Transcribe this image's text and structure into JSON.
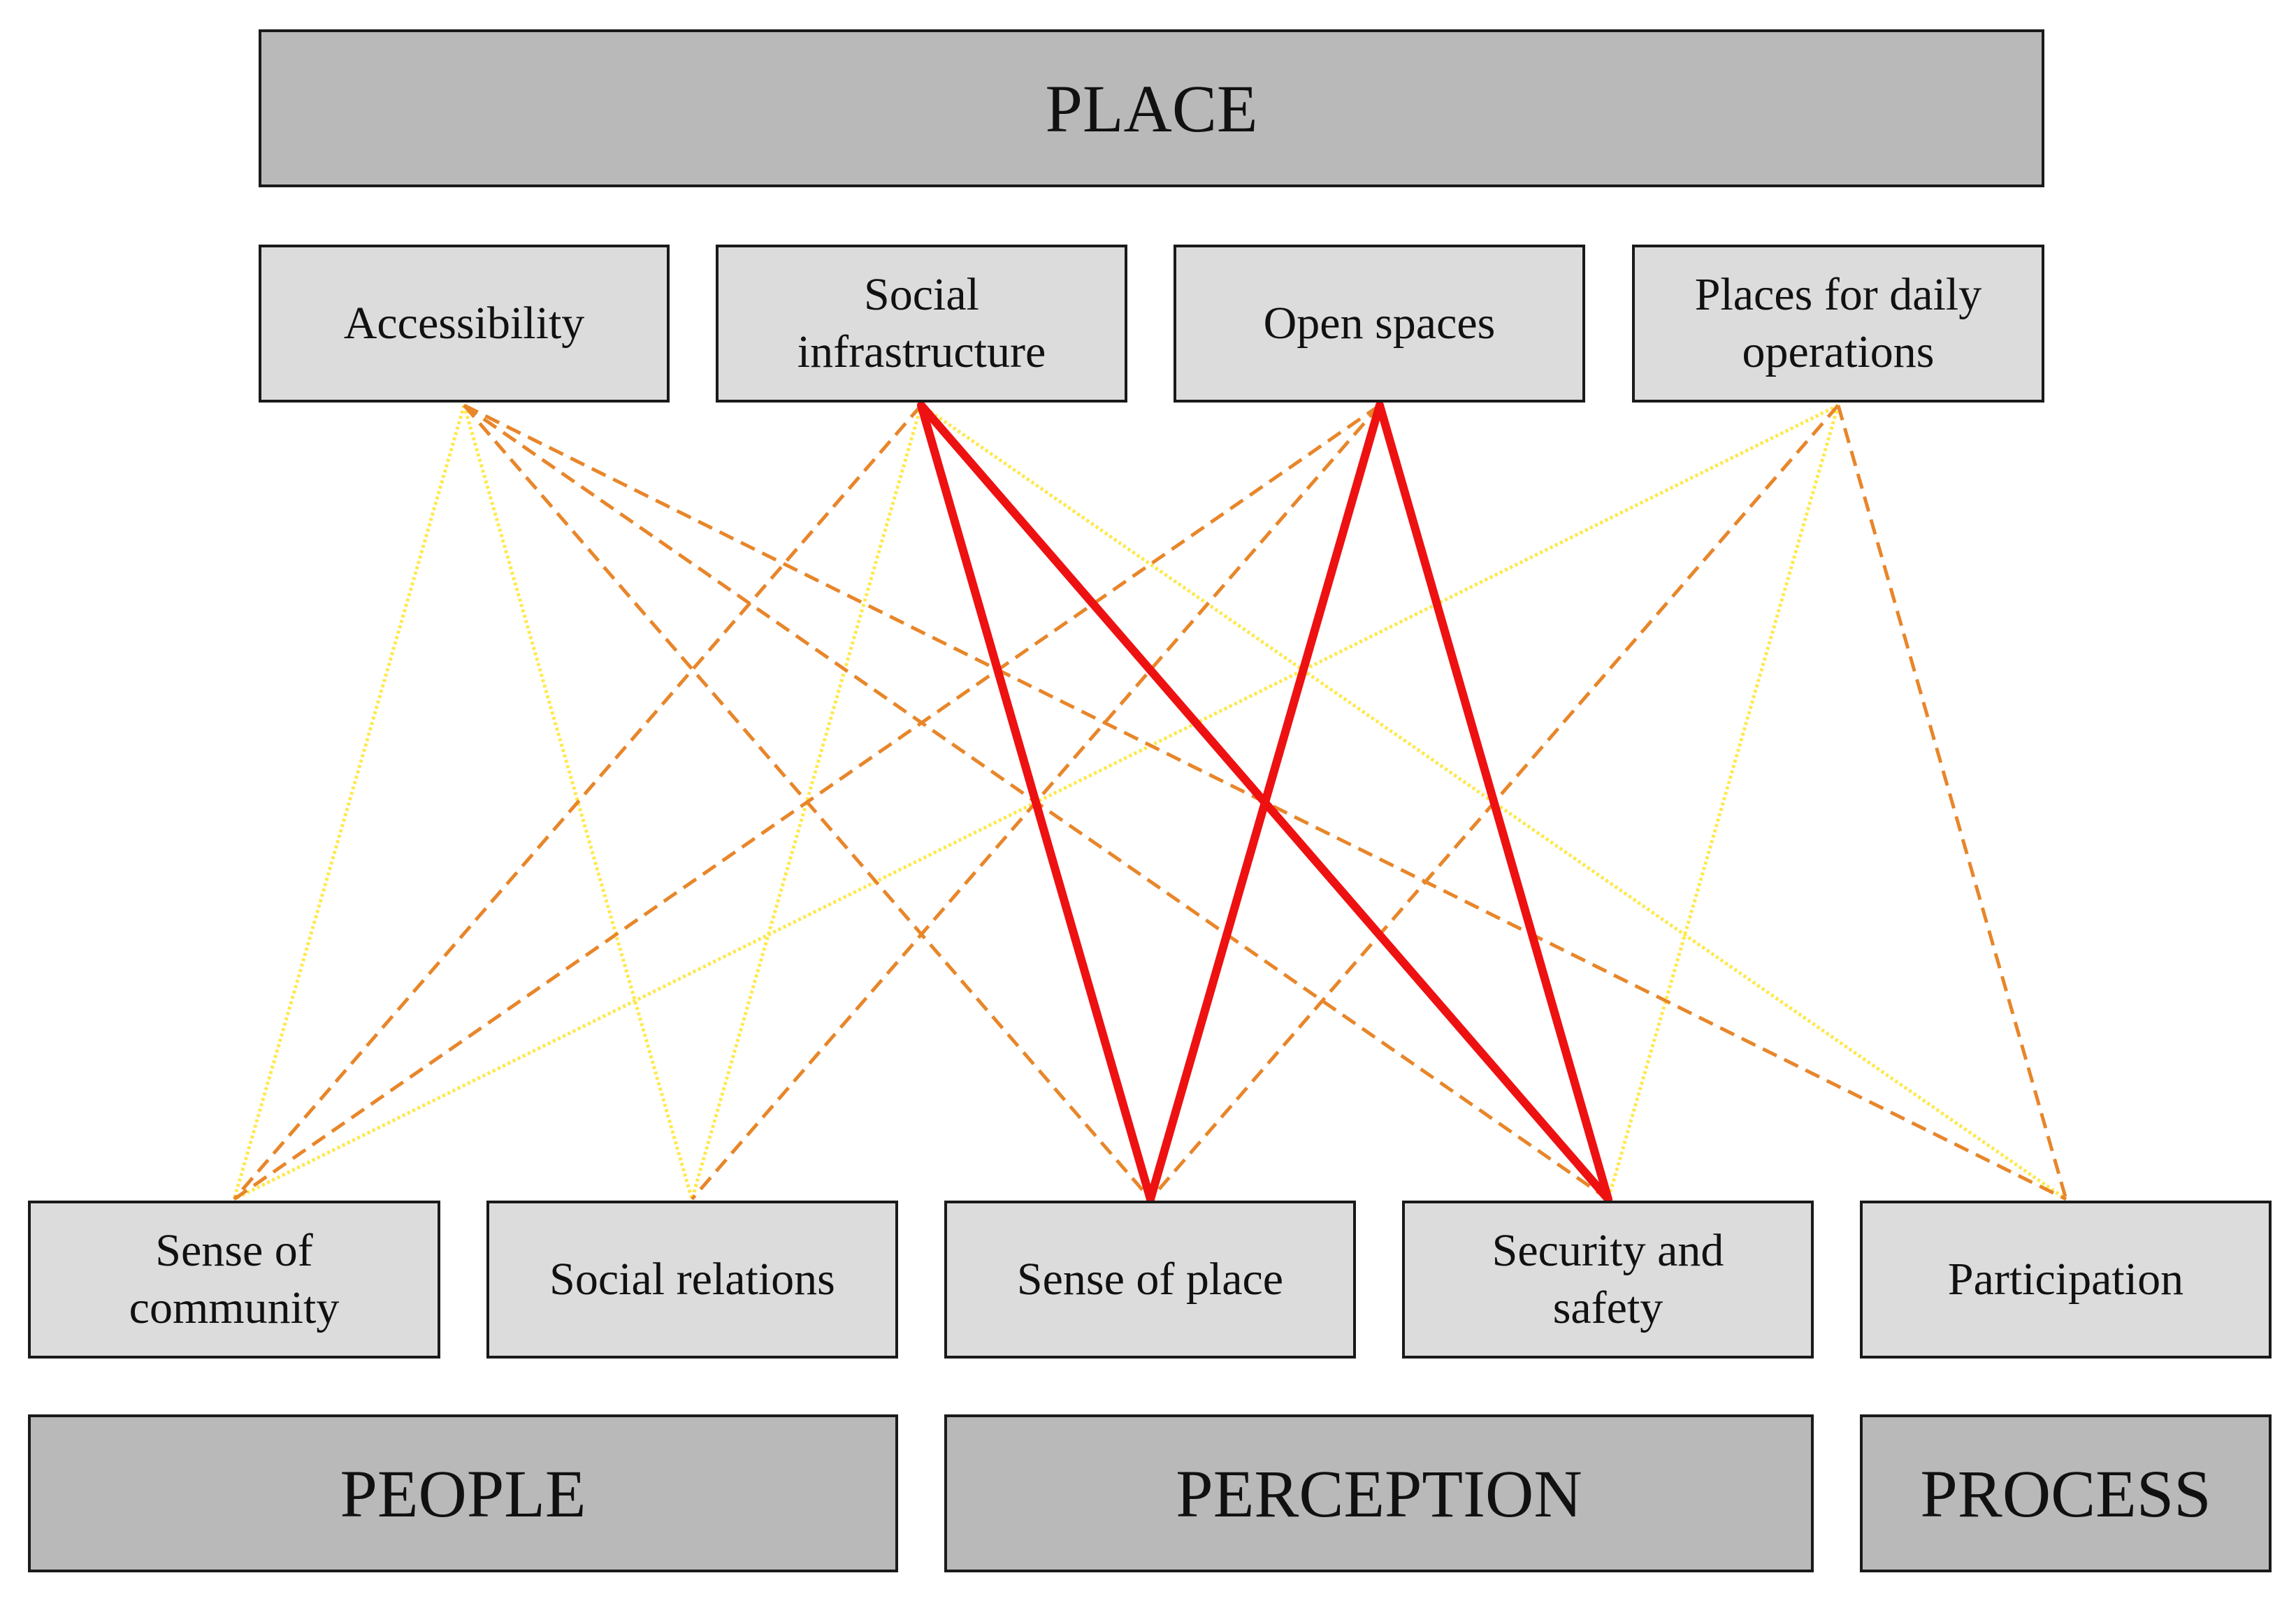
{
  "top_group": {
    "label": "PLACE"
  },
  "place_factors": [
    {
      "id": "accessibility",
      "label": "Accessibility"
    },
    {
      "id": "social-infrastructure",
      "label": "Social\ninfrastructure"
    },
    {
      "id": "open-spaces",
      "label": "Open spaces"
    },
    {
      "id": "places-daily",
      "label": "Places for daily\noperations"
    }
  ],
  "outcome_factors": [
    {
      "id": "sense-of-community",
      "label": "Sense of\ncommunity"
    },
    {
      "id": "social-relations",
      "label": "Social relations"
    },
    {
      "id": "sense-of-place",
      "label": "Sense of place"
    },
    {
      "id": "security-safety",
      "label": "Security and\nsafety"
    },
    {
      "id": "participation",
      "label": "Participation"
    }
  ],
  "bottom_groups": [
    {
      "id": "people",
      "label": "PEOPLE"
    },
    {
      "id": "perception",
      "label": "PERCEPTION"
    },
    {
      "id": "process",
      "label": "PROCESS"
    }
  ],
  "link_styles": {
    "strong": {
      "color": "#ee1111"
    },
    "medium": {
      "color": "#e8862a"
    },
    "weak": {
      "color": "#ffe84a"
    }
  },
  "links": [
    {
      "from": "accessibility",
      "to": "sense-of-community",
      "strength": "weak"
    },
    {
      "from": "accessibility",
      "to": "social-relations",
      "strength": "weak"
    },
    {
      "from": "accessibility",
      "to": "sense-of-place",
      "strength": "medium"
    },
    {
      "from": "accessibility",
      "to": "security-safety",
      "strength": "medium"
    },
    {
      "from": "accessibility",
      "to": "participation",
      "strength": "medium"
    },
    {
      "from": "social-infrastructure",
      "to": "sense-of-community",
      "strength": "medium"
    },
    {
      "from": "social-infrastructure",
      "to": "social-relations",
      "strength": "weak"
    },
    {
      "from": "social-infrastructure",
      "to": "sense-of-place",
      "strength": "strong"
    },
    {
      "from": "social-infrastructure",
      "to": "security-safety",
      "strength": "strong"
    },
    {
      "from": "social-infrastructure",
      "to": "participation",
      "strength": "weak"
    },
    {
      "from": "open-spaces",
      "to": "sense-of-community",
      "strength": "medium"
    },
    {
      "from": "open-spaces",
      "to": "social-relations",
      "strength": "medium"
    },
    {
      "from": "open-spaces",
      "to": "sense-of-place",
      "strength": "strong"
    },
    {
      "from": "open-spaces",
      "to": "security-safety",
      "strength": "strong"
    },
    {
      "from": "places-daily",
      "to": "sense-of-community",
      "strength": "weak"
    },
    {
      "from": "places-daily",
      "to": "sense-of-place",
      "strength": "medium"
    },
    {
      "from": "places-daily",
      "to": "security-safety",
      "strength": "weak"
    },
    {
      "from": "places-daily",
      "to": "participation",
      "strength": "medium"
    }
  ]
}
